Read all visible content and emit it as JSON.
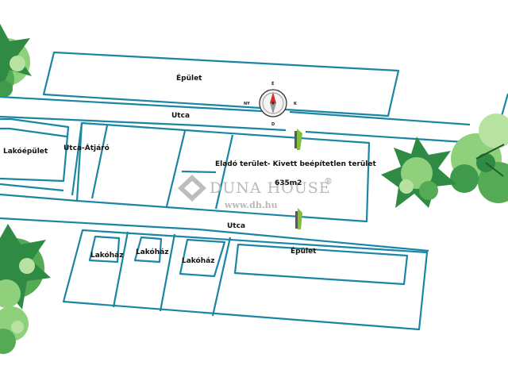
{
  "labels": {
    "building_top": "Épület",
    "street_top": "Utca",
    "residential_left": "Lakóépület",
    "passage": "Utca-Átjáró",
    "plot_title": "Eladó terület- Kivett beépítetlen terület",
    "plot_area": "635m2",
    "street_bottom": "Utca",
    "building_bottom": "Épület",
    "house_1": "Lakóház",
    "house_2": "Lakóház",
    "house_3": "Lakóház"
  },
  "compass": {
    "north": "É",
    "south": "D",
    "west": "NY",
    "east": "K"
  },
  "watermark": {
    "brand": "DUNA HOUSE",
    "registered": "®",
    "url": "www.dh.hu"
  },
  "colors": {
    "outline": "#1b86a4",
    "tree_light": "#8fd07c",
    "tree_dark": "#2f8a43",
    "marker": "#7fbf3a"
  }
}
